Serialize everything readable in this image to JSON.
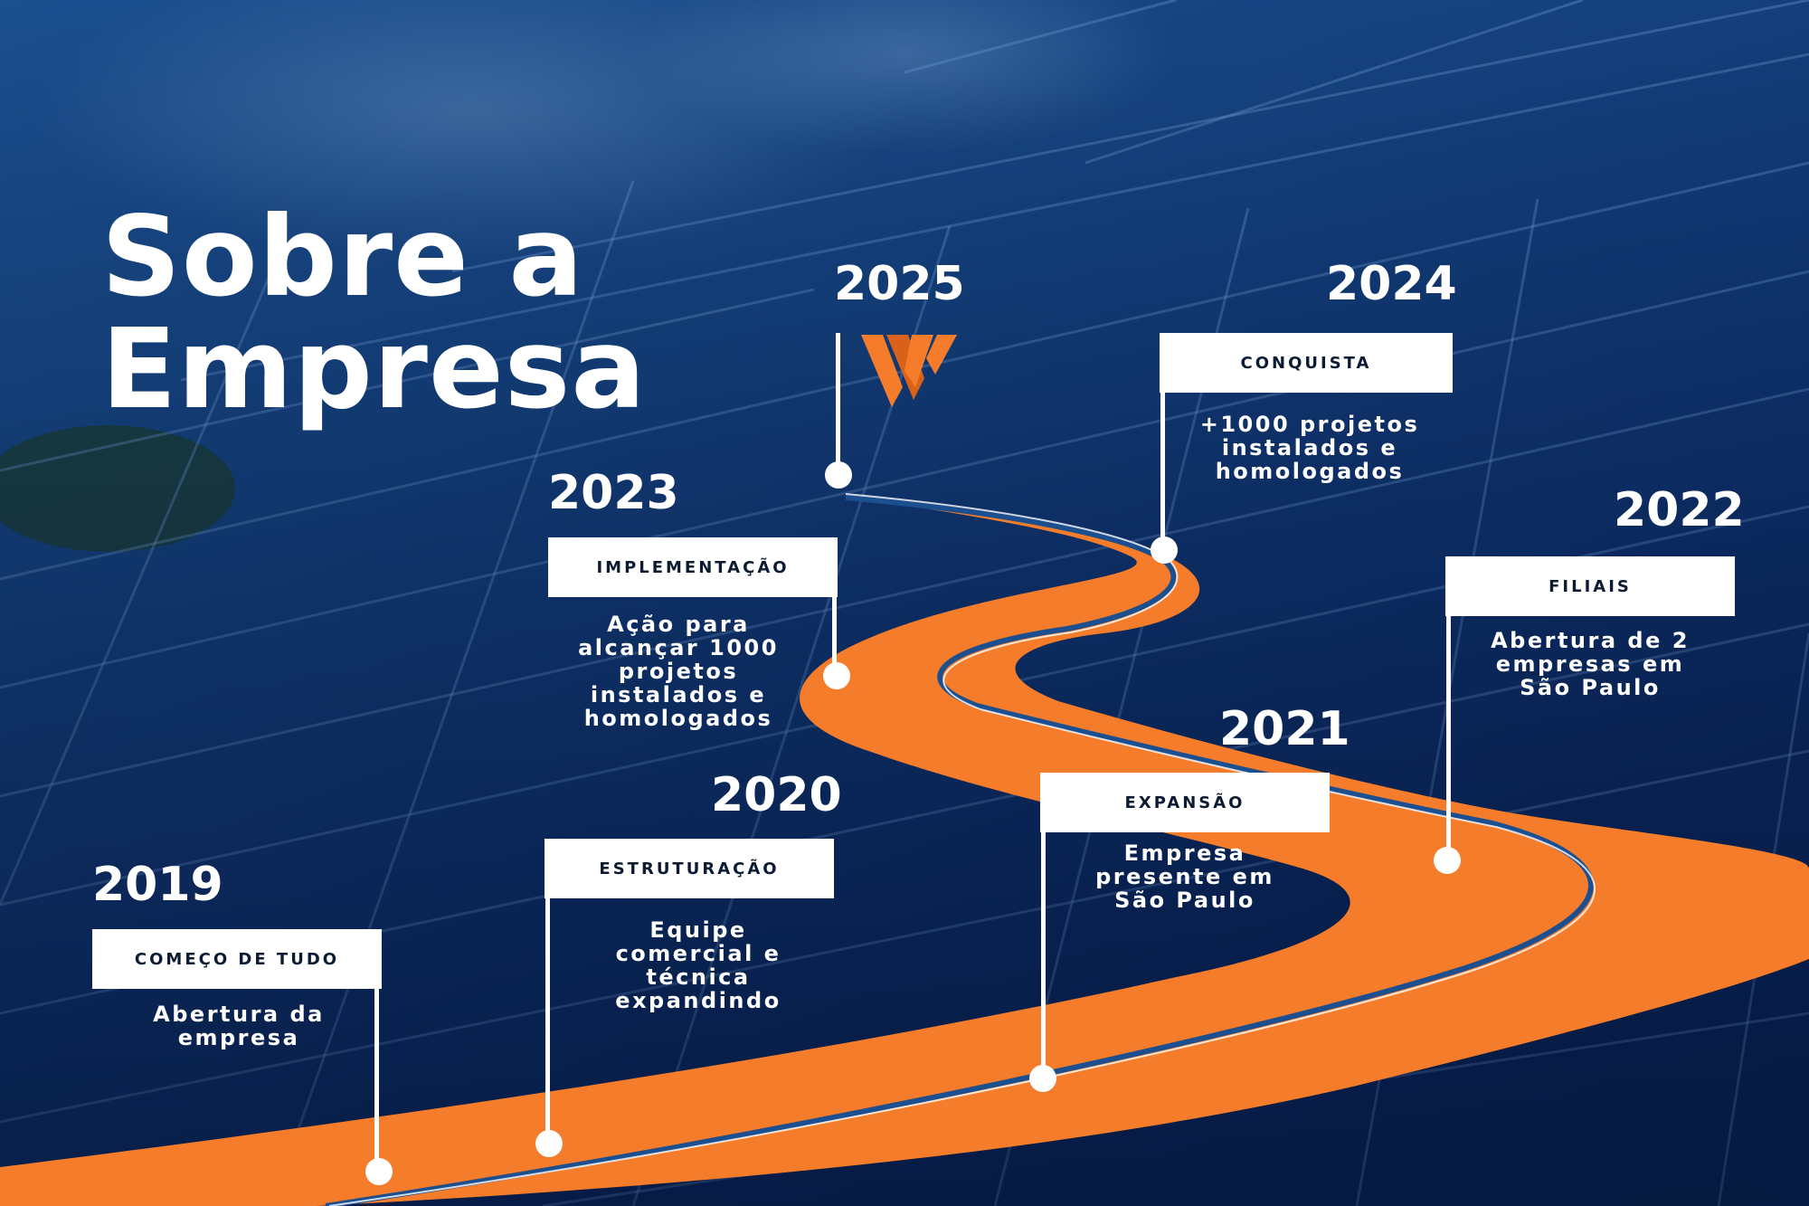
{
  "title": {
    "line1": "Sobre a",
    "line2": "Empresa"
  },
  "brand": {
    "accent": "#f47c2a",
    "road_line": "#1b4f8f",
    "background": "#0f3470"
  },
  "timeline": [
    {
      "year": "2019",
      "label": "COMEÇO DE TUDO",
      "description": "Abertura da empresa"
    },
    {
      "year": "2020",
      "label": "ESTRUTURAÇÃO",
      "description": "Equipe comercial e técnica expandindo"
    },
    {
      "year": "2021",
      "label": "EXPANSÃO",
      "description": "Empresa presente em São Paulo"
    },
    {
      "year": "2022",
      "label": "FILIAIS",
      "description": "Abertura de 2 empresas em São Paulo"
    },
    {
      "year": "2023",
      "label": "IMPLEMENTAÇÃO",
      "description": "Ação para alcançar 1000 projetos instalados e homologados"
    },
    {
      "year": "2024",
      "label": "CONQUISTA",
      "description": "+1000 projetos instalados e homologados"
    },
    {
      "year": "2025",
      "icon": "company-logo"
    }
  ]
}
